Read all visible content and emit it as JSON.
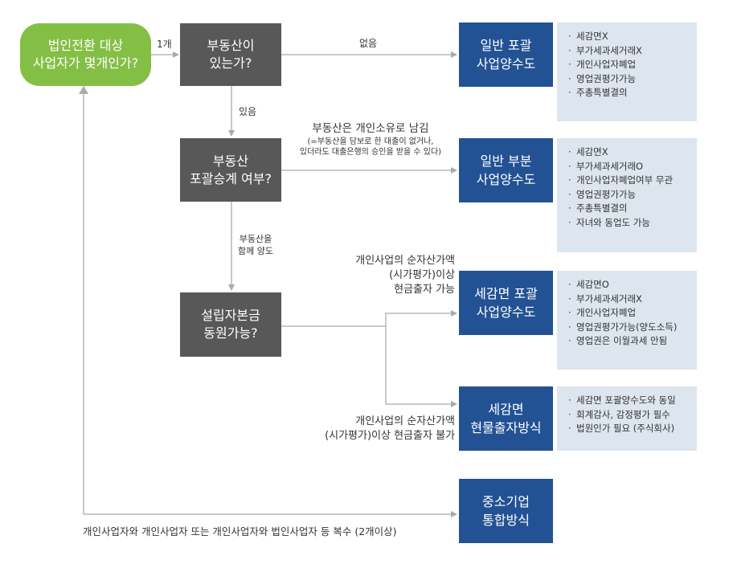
{
  "nodes": {
    "start": "법인전환 대상\n사업자가 몇개인가?",
    "q_realestate": "부동산이\n있는가?",
    "q_bundle": "부동산\n포괄승계 여부?",
    "q_investment": "설립자본금\n동원가능?",
    "general_full": "일반 포괄\n사업양수도",
    "general_partial": "일반 부분\n사업양수도",
    "taxfree_full": "세감면 포괄\n사업양수도",
    "taxfree_inkind": "세감면\n현물출자방식",
    "sme_merge": "중소기업\n통합방식"
  },
  "details": {
    "general_full": [
      "세감면X",
      "부가세과세거래X",
      "개인사업자폐업",
      "영업권평가가능",
      "주총특별결의"
    ],
    "general_partial": [
      "세감면X",
      "부가세과세거래O",
      "개인사업자폐업여부 무관",
      "영업권평가가능",
      "주총특별결의",
      "자녀와 동업도 가능"
    ],
    "taxfree_full": [
      "세감면O",
      "부가세과세거래X",
      "개인사업자폐업",
      "영업권평가가능(양도소득)",
      "영업권은 이월과세 안됨"
    ],
    "taxfree_inkind": [
      "세감면 포괄양수도와 동일",
      "회계감사, 감정평가 필수",
      "법원인가 필요 (주식회사)"
    ]
  },
  "labels": {
    "one": "1개",
    "none": "없음",
    "exists": "있음",
    "keep_title": "부동산은 개인소유로 남김",
    "keep_note": "(=부동산을 담보로 한 대출이 없거나,\n있더라도 대출은행의 승인을 받을 수 있다)",
    "transfer_with": "부동산을\n함께 양도",
    "net_asset_ok": "개인사업의 순자산가액\n(시가평가)이상\n현금출자 가능",
    "net_asset_no": "개인사업의 순자산가액\n(시가평가)이상 현금출자 불가",
    "multiple": "개인사업자와 개인사업자 또는 개인사업자와 법인사업자 등 복수 (2개이상)"
  },
  "colors": {
    "start": "#84bf45",
    "decision": "#585858",
    "result": "#235294",
    "detail_bg": "#dde5ef",
    "arrow": "#aaaaaa"
  }
}
